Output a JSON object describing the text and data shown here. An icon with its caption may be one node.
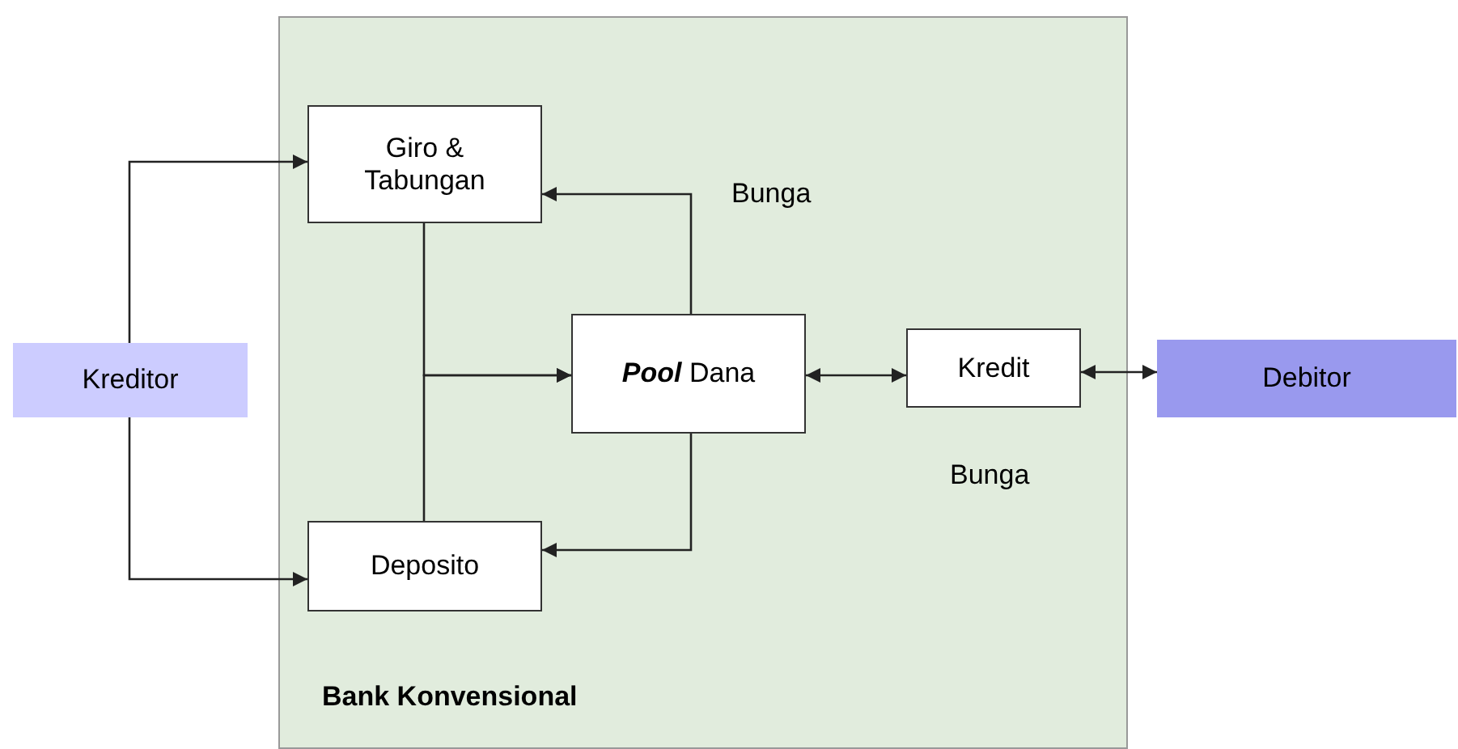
{
  "diagram": {
    "nodes": [
      {
        "text": [
          "Bank Konvensional"
        ]
      },
      {
        "text": [
          "Kreditor"
        ]
      },
      {
        "text": [
          "Giro & Tabungan"
        ],
        "in": 0
      },
      {
        "text": [
          "**Pool** Dana"
        ],
        "in": 0
      },
      {
        "text": [
          "Deposito"
        ],
        "in": 0
      },
      {
        "text": [
          "Kredit"
        ],
        "in": 0
      },
      {
        "text": [
          "Debitor"
        ]
      }
    ],
    "edges": [
      {
        "from": 1,
        "to": 2,
        "arrow": "to"
      },
      {
        "from": 1,
        "to": 4,
        "arrow": "to"
      },
      {
        "from": 2,
        "to": 3,
        "arrow": "to"
      },
      {
        "from": 4,
        "to": 3,
        "arrow": "to"
      },
      {
        "from": 3,
        "to": 2,
        "arrow": "to"
      },
      {
        "from": 3,
        "to": 4,
        "arrow": "to"
      },
      {
        "from": 3,
        "to": 5,
        "arrow": "both"
      },
      {
        "from": 5,
        "to": 6,
        "arrow": "both"
      }
    ],
    "labels": [
      "Bunga",
      "Bunga"
    ]
  }
}
